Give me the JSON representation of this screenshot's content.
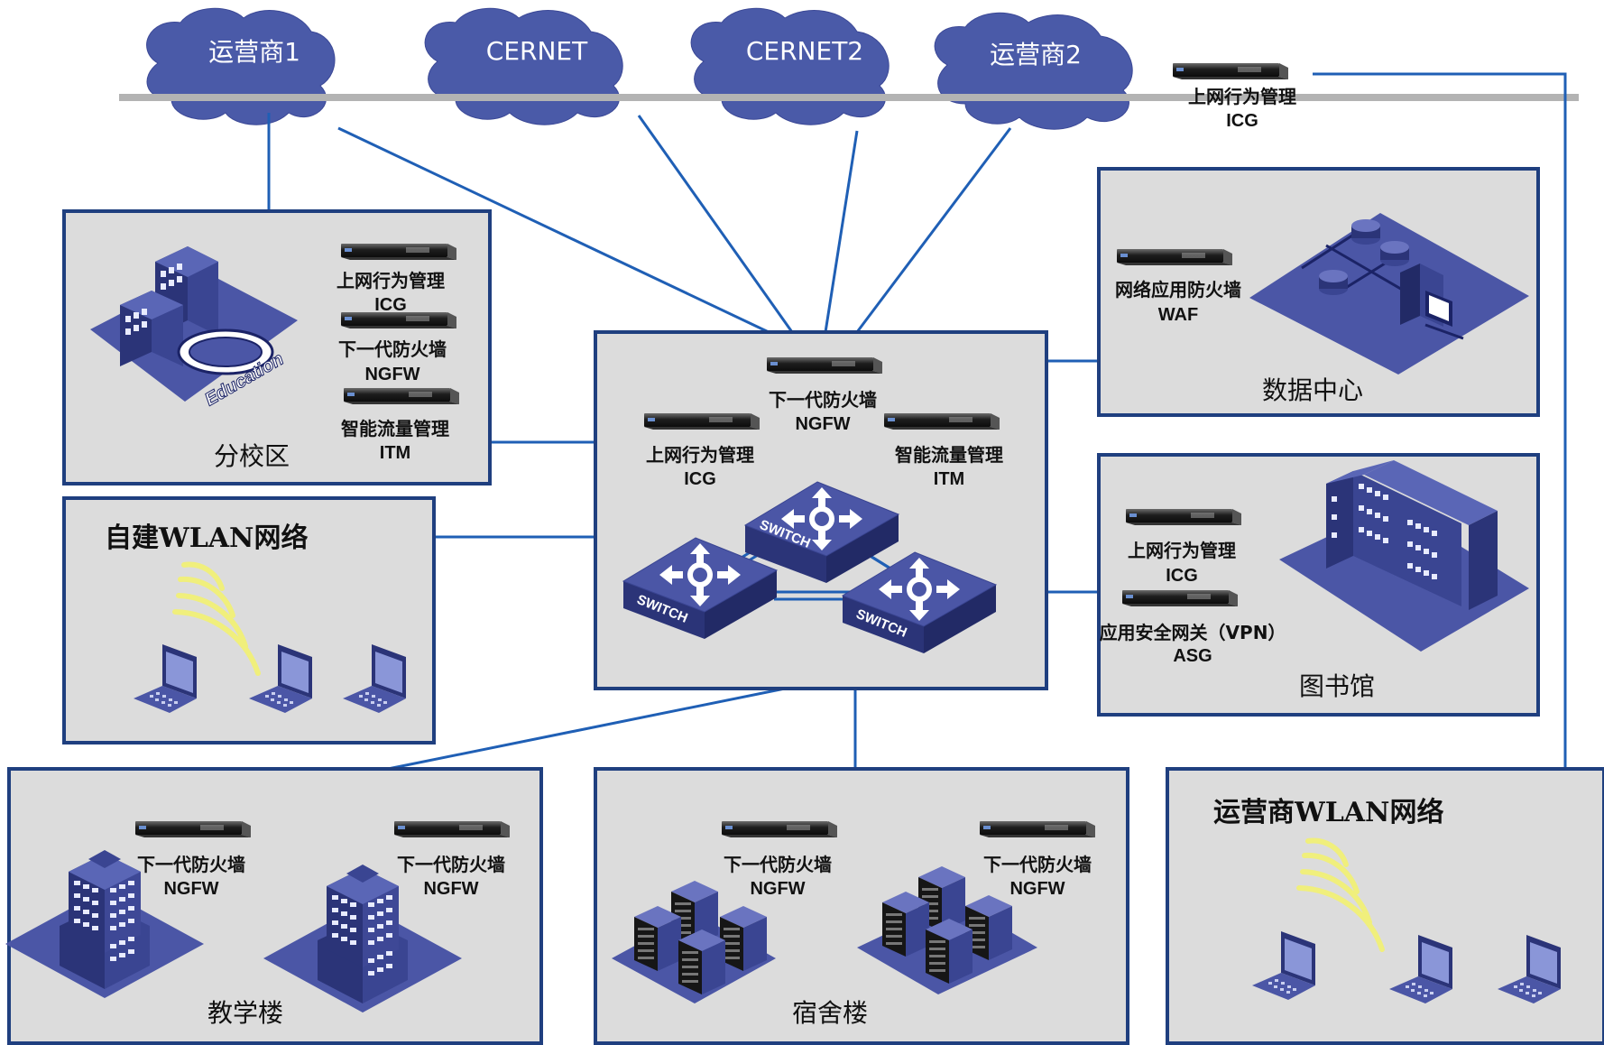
{
  "clouds": [
    {
      "id": "isp1",
      "label": "运营商1"
    },
    {
      "id": "cernet",
      "label": "CERNET"
    },
    {
      "id": "cernet2",
      "label": "CERNET2"
    },
    {
      "id": "isp2",
      "label": "运营商2"
    }
  ],
  "top_device": {
    "name": "上网行为管理",
    "code": "ICG"
  },
  "branch": {
    "title": "分校区",
    "logo_text": "Education",
    "devices": [
      {
        "name": "上网行为管理",
        "code": "ICG"
      },
      {
        "name": "下一代防火墙",
        "code": "NGFW"
      },
      {
        "name": "智能流量管理",
        "code": "ITM"
      }
    ]
  },
  "core": {
    "devices": [
      {
        "name": "下一代防火墙",
        "code": "NGFW"
      },
      {
        "name": "上网行为管理",
        "code": "ICG"
      },
      {
        "name": "智能流量管理",
        "code": "ITM"
      }
    ],
    "switch_label": "SWITCH"
  },
  "datacenter": {
    "title": "数据中心",
    "device": {
      "name": "网络应用防火墙",
      "code": "WAF"
    }
  },
  "wlan_self": {
    "title": "自建WLAN网络"
  },
  "library": {
    "title": "图书馆",
    "devices": [
      {
        "name": "上网行为管理",
        "code": "ICG"
      },
      {
        "name": "应用安全网关（VPN）",
        "code": "ASG"
      }
    ]
  },
  "teaching": {
    "title": "教学楼",
    "devices": [
      {
        "name": "下一代防火墙",
        "code": "NGFW"
      },
      {
        "name": "下一代防火墙",
        "code": "NGFW"
      }
    ]
  },
  "dorm": {
    "title": "宿舍楼",
    "devices": [
      {
        "name": "下一代防火墙",
        "code": "NGFW"
      },
      {
        "name": "下一代防火墙",
        "code": "NGFW"
      }
    ]
  },
  "wlan_isp": {
    "title": "运营商WLAN网络"
  },
  "colors": {
    "line": "#1f5fb5",
    "cloud": "#4a5aa8",
    "panel": "#dcdcdc",
    "border": "#1f3f7f",
    "device": "#4b56a6",
    "backbone": "#b3b3b3"
  }
}
